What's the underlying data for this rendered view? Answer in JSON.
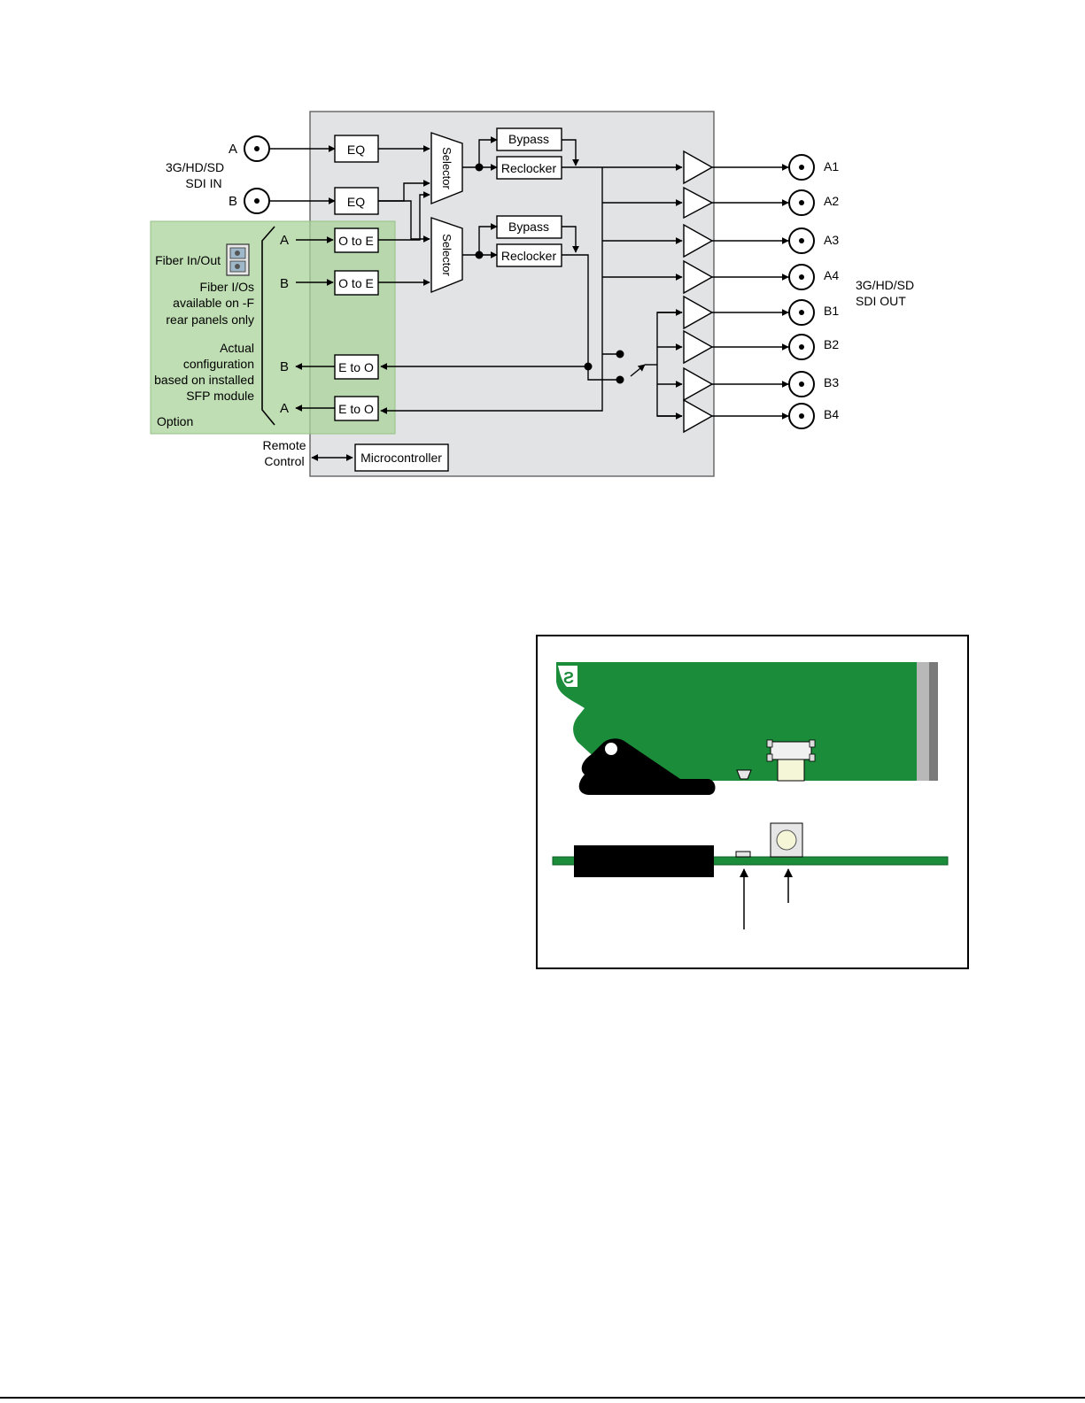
{
  "input_group": {
    "line1": "3G/HD/SD",
    "line2": "SDI IN"
  },
  "output_group": {
    "line1": "3G/HD/SD",
    "line2": "SDI OUT"
  },
  "inputs": {
    "a": "A",
    "b": "B"
  },
  "fiber": {
    "label": "Fiber In/Out",
    "note": [
      "Fiber I/Os",
      "available on -F",
      "rear panels only"
    ],
    "config": [
      "Actual",
      "configuration",
      "based on installed",
      "SFP module"
    ],
    "option": "Option",
    "a_in": "A",
    "b_in": "B",
    "b_out": "B",
    "a_out": "A"
  },
  "blocks": {
    "eq": "EQ",
    "selector": "Selector",
    "bypass": "Bypass",
    "reclocker": "Reclocker",
    "o_to_e": "O to E",
    "e_to_o": "E to O",
    "microcontroller": "Microcontroller"
  },
  "remote": {
    "line1": "Remote",
    "line2": "Control"
  },
  "outputs": [
    "A1",
    "A2",
    "A3",
    "A4",
    "B1",
    "B2",
    "B3",
    "B4"
  ],
  "colors": {
    "panel": "#e2e3e5",
    "option_area": "#b7d9a8",
    "board_green": "#1a8c3a",
    "board_black": "#000000"
  }
}
